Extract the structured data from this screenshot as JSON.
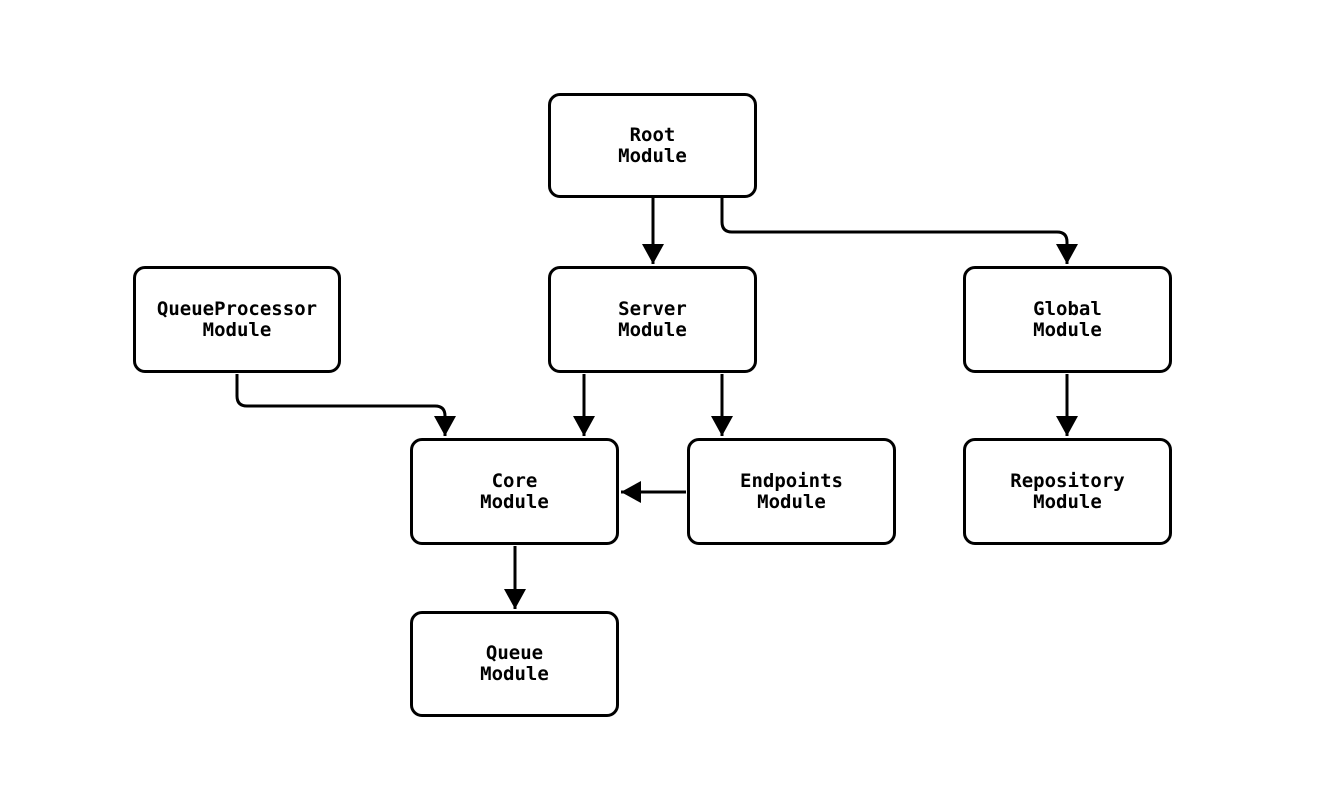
{
  "diagram": {
    "type": "module-dependency-graph",
    "background_color": "#ffffff",
    "node_fill": "#ffffff",
    "node_border_color": "#000000",
    "edge_color": "#000000",
    "nodes": [
      {
        "id": "root",
        "label": "Root\nModule"
      },
      {
        "id": "queueprocessor",
        "label": "QueueProcessor\nModule"
      },
      {
        "id": "server",
        "label": "Server\nModule"
      },
      {
        "id": "global",
        "label": "Global\nModule"
      },
      {
        "id": "core",
        "label": "Core\nModule"
      },
      {
        "id": "endpoints",
        "label": "Endpoints\nModule"
      },
      {
        "id": "repository",
        "label": "Repository\nModule"
      },
      {
        "id": "queue",
        "label": "Queue\nModule"
      }
    ],
    "edges": [
      {
        "from": "root",
        "to": "server"
      },
      {
        "from": "root",
        "to": "global"
      },
      {
        "from": "queueprocessor",
        "to": "core"
      },
      {
        "from": "server",
        "to": "core"
      },
      {
        "from": "server",
        "to": "endpoints"
      },
      {
        "from": "endpoints",
        "to": "core"
      },
      {
        "from": "global",
        "to": "repository"
      },
      {
        "from": "core",
        "to": "queue"
      }
    ]
  }
}
